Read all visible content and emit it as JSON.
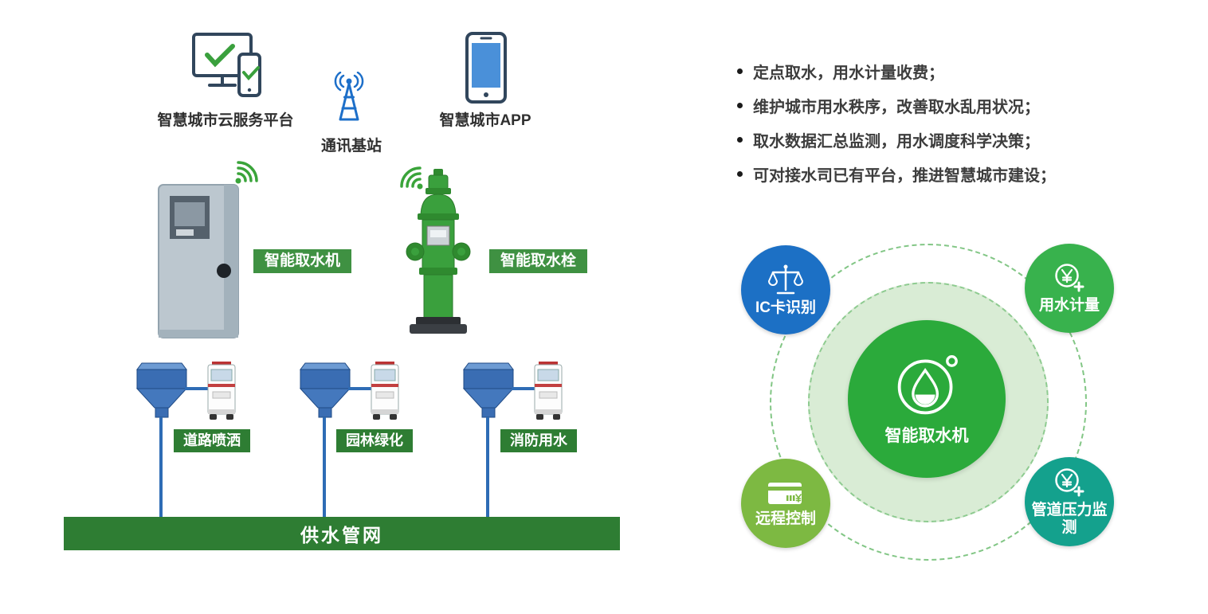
{
  "left_diagram": {
    "platform_label": "智慧城市云服务平台",
    "station_label": "通讯基站",
    "app_label": "智慧城市APP",
    "dispenser_badge": "智能取水机",
    "hydrant_badge": "智能取水栓",
    "usage_badges": [
      "道路喷洒",
      "园林绿化",
      "消防用水"
    ],
    "pipe_bar": "供水管网"
  },
  "right_panel": {
    "bullets": [
      "定点取水，用水计量收费；",
      "维护城市用水秩序，改善取水乱用状况；",
      "取水数据汇总监测，用水调度科学决策；",
      "可对接水司已有平台，推进智慧城市建设；"
    ],
    "hub": {
      "center_label": "智能取水机",
      "center_icon": "water-drop-icon",
      "features": [
        {
          "label": "IC卡识别",
          "color": "#1c70c5",
          "icon": "scales-icon"
        },
        {
          "label": "用水计量",
          "color": "#38b24d",
          "icon": "yen-meter-icon"
        },
        {
          "label": "远程控制",
          "color": "#7db942",
          "icon": "ic-card-icon"
        },
        {
          "label": "管道压力监测",
          "color": "#14a18d",
          "icon": "yen-meter-icon"
        }
      ]
    }
  },
  "colors": {
    "smart_badge_green": "#3f9142",
    "dark_green": "#2e7d33",
    "center_green": "#2baa3b",
    "pipe_blue": "#2e6cb5",
    "wifi_green": "#3aa43a",
    "antenna_blue": "#1d6fc9"
  }
}
